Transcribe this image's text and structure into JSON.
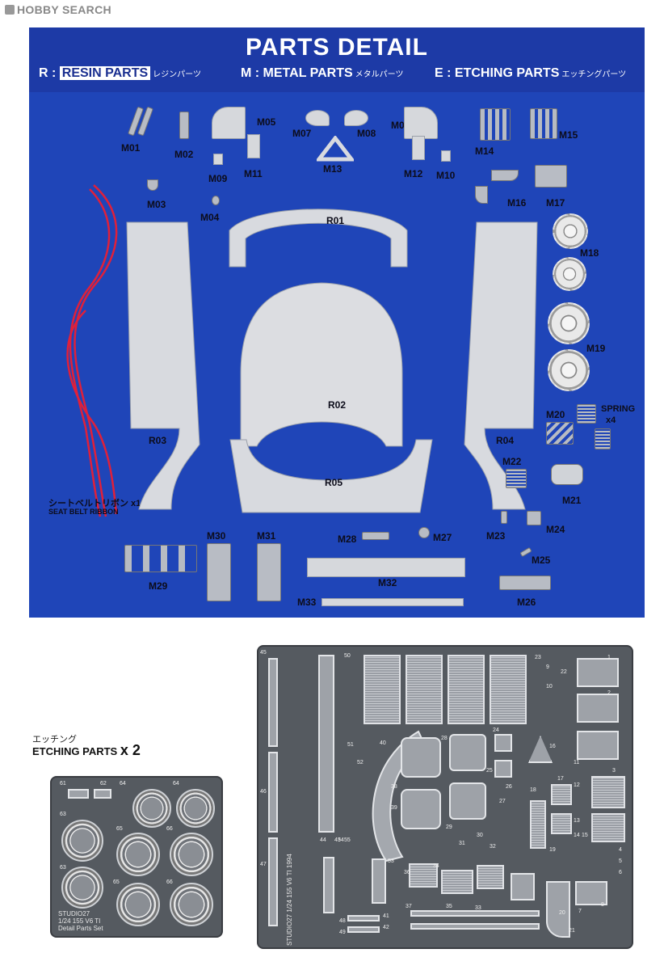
{
  "header": {
    "logo": "HOBBY SEARCH"
  },
  "panel": {
    "title": "PARTS DETAIL",
    "legend": [
      {
        "code": "R",
        "name": "RESIN PARTS",
        "jp": "レジンパーツ"
      },
      {
        "code": "M",
        "name": "METAL PARTS",
        "jp": "メタルパーツ"
      },
      {
        "code": "E",
        "name": "ETCHING PARTS",
        "jp": "エッチングパーツ"
      }
    ],
    "labels": {
      "M01": "M01",
      "M02": "M02",
      "M03": "M03",
      "M04": "M04",
      "M05": "M05",
      "M06": "M06",
      "M07": "M07",
      "M08": "M08",
      "M09": "M09",
      "M10": "M10",
      "M11": "M11",
      "M12": "M12",
      "M13": "M13",
      "M14": "M14",
      "M15": "M15",
      "M16": "M16",
      "M17": "M17",
      "M18": "M18",
      "M19": "M19",
      "M20": "M20",
      "M21": "M21",
      "M22": "M22",
      "M23": "M23",
      "M24": "M24",
      "M25": "M25",
      "M26": "M26",
      "M27": "M27",
      "M28": "M28",
      "M29": "M29",
      "M30": "M30",
      "M31": "M31",
      "M32": "M32",
      "M33": "M33",
      "R01": "R01",
      "R02": "R02",
      "R03": "R03",
      "R04": "R04",
      "R05": "R05",
      "spring": "SPRING",
      "spring_qty": "x4"
    },
    "seatbelt": {
      "jp": "シートベルトリボン x1",
      "en": "SEAT BELT RIBBON"
    }
  },
  "etching": {
    "jp": "エッチング",
    "label": "ETCHING PARTS",
    "qty": "x 2",
    "small_sheet_text": [
      "STUDIO27",
      "1/24 155 V6 TI",
      "Detail Parts Set"
    ],
    "large_sheet_text": "STUDIO27 1/24 155 V6 TI 1994",
    "small_numbers": [
      "61",
      "62",
      "64",
      "64",
      "63",
      "65",
      "66",
      "63",
      "65",
      "66"
    ],
    "large_numbers": [
      "45",
      "50",
      "46",
      "47",
      "44",
      "43",
      "55",
      "51",
      "52",
      "40",
      "38",
      "39",
      "28",
      "24",
      "25",
      "26",
      "27",
      "29",
      "30",
      "31",
      "32",
      "33",
      "34",
      "35",
      "36",
      "37",
      "53",
      "54",
      "48",
      "49",
      "41",
      "42",
      "9",
      "10",
      "1",
      "2",
      "3",
      "4",
      "5",
      "6",
      "7",
      "8",
      "11",
      "12",
      "13",
      "14",
      "15",
      "16",
      "17",
      "18",
      "19",
      "20",
      "21",
      "22",
      "23"
    ]
  }
}
